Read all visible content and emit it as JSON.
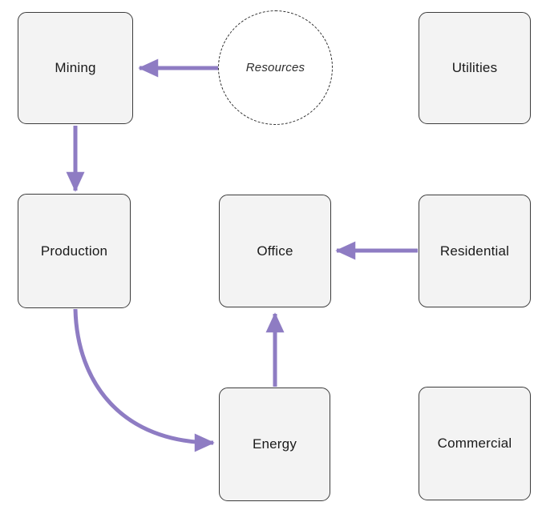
{
  "diagram": {
    "nodes": [
      {
        "id": "mining",
        "label": "Mining",
        "shape": "rounded-rect"
      },
      {
        "id": "resources",
        "label": "Resources",
        "shape": "dashed-circle"
      },
      {
        "id": "utilities",
        "label": "Utilities",
        "shape": "rounded-rect"
      },
      {
        "id": "production",
        "label": "Production",
        "shape": "rounded-rect"
      },
      {
        "id": "office",
        "label": "Office",
        "shape": "rounded-rect"
      },
      {
        "id": "residential",
        "label": "Residential",
        "shape": "rounded-rect"
      },
      {
        "id": "energy",
        "label": "Energy",
        "shape": "rounded-rect"
      },
      {
        "id": "commercial",
        "label": "Commercial",
        "shape": "rounded-rect"
      }
    ],
    "edges": [
      {
        "from": "resources",
        "to": "mining",
        "style": "straight"
      },
      {
        "from": "mining",
        "to": "production",
        "style": "straight"
      },
      {
        "from": "production",
        "to": "energy",
        "style": "curved"
      },
      {
        "from": "energy",
        "to": "office",
        "style": "straight"
      },
      {
        "from": "residential",
        "to": "office",
        "style": "straight"
      }
    ],
    "colors": {
      "arrow": "#8e7cc3",
      "node_fill": "#f3f3f3",
      "node_border": "#3c3c3c",
      "circle_border": "#2b2b2b",
      "background": "#ffffff",
      "label_text": "#1a1a1a"
    }
  }
}
